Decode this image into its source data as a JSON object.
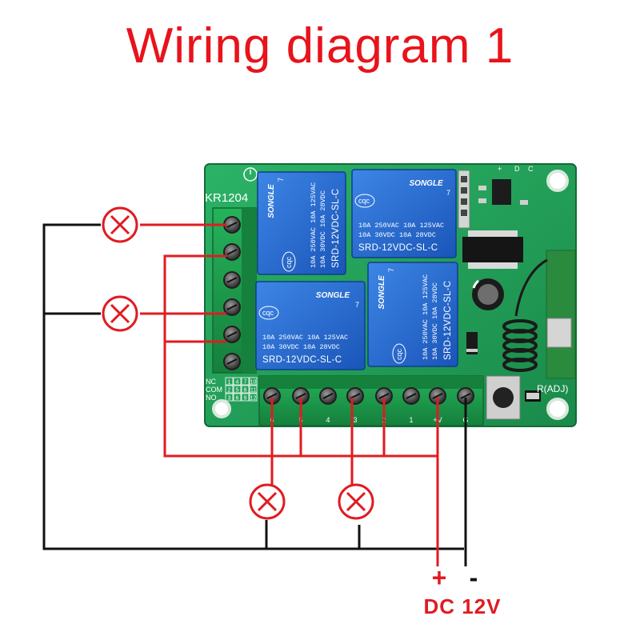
{
  "title": "Wiring diagram 1",
  "board": {
    "model_label": "KR1204",
    "adj_label": "R(ADJ)",
    "legend_rows": [
      "NC",
      "COM",
      "NO"
    ],
    "legend_grid": [
      [
        "1",
        "4",
        "7",
        "10"
      ],
      [
        "2",
        "5",
        "8",
        "11"
      ],
      [
        "3",
        "6",
        "9",
        "12"
      ]
    ],
    "bottom_pin_labels": [
      "6",
      "5",
      "4",
      "3",
      "2",
      "1",
      "+V",
      "G"
    ],
    "top_header_labels": [
      "+",
      "D",
      "C"
    ]
  },
  "relays": [
    {
      "brand": "SONGLE",
      "spec_1": "10A 250VAC  10A 125VAC",
      "spec_2": "10A 30VDC  10A 28VDC",
      "model": "SRD-12VDC-SL-C",
      "mark": "cqc",
      "count": "7"
    },
    {
      "brand": "SONGLE",
      "spec_1": "10A 250VAC  10A 125VAC",
      "spec_2": "10A 30VDC  10A 28VDC",
      "model": "SRD-12VDC-SL-C",
      "mark": "cqc",
      "count": "7"
    },
    {
      "brand": "SONGLE",
      "spec_1": "10A 250VAC  10A 125VAC",
      "spec_2": "10A 30VDC  10A 28VDC",
      "model": "SRD-12VDC-SL-C",
      "mark": "cqc",
      "count": "7"
    },
    {
      "brand": "SONGLE",
      "spec_1": "10A 250VAC  10A 125VAC",
      "spec_2": "10A 30VDC  10A 28VDC",
      "model": "SRD-12VDC-SL-C",
      "mark": "cqc",
      "count": "7"
    }
  ],
  "power": {
    "plus": "+",
    "minus": "-",
    "label": "DC 12V"
  },
  "colors": {
    "title_red": "#e8131b",
    "wire_red": "#e01b22",
    "wire_black": "#111111",
    "pcb_green": "#22a05a",
    "relay_blue": "#1f63c8",
    "terminal_green": "#1d9a4b"
  },
  "icons": {
    "lamp": "lamp-icon"
  }
}
